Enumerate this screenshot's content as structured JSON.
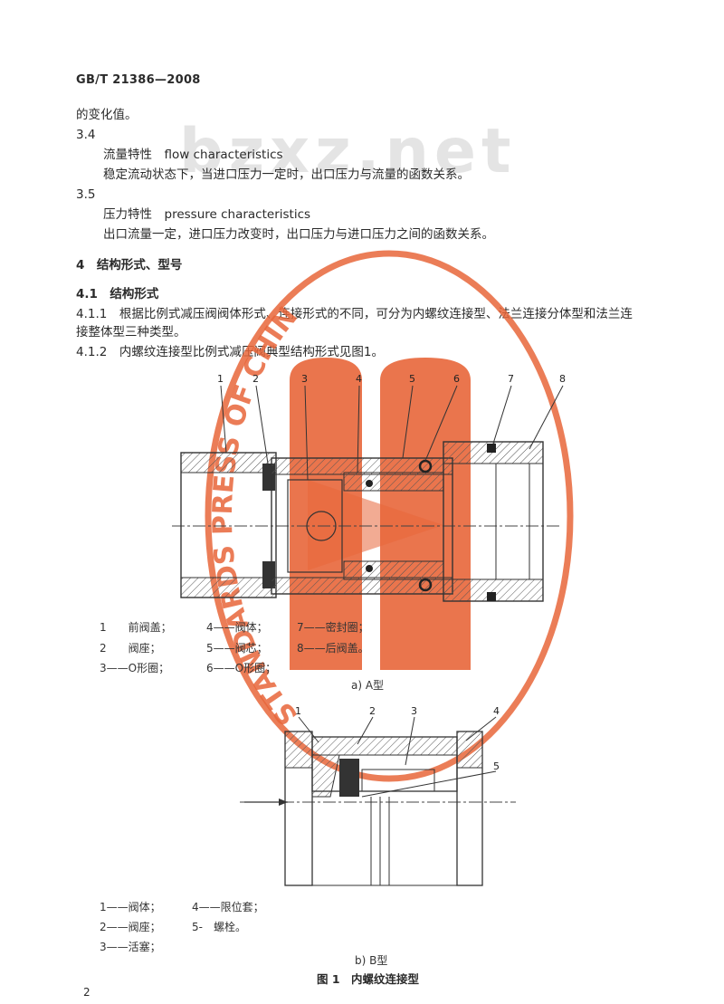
{
  "header": {
    "standard_no": "GB/T 21386—2008"
  },
  "watermark": {
    "site": "bzxz.net",
    "stamp": "STANDARDS PRESS OF CHINA"
  },
  "body": {
    "line_cont": "的变化值。",
    "s34_num": "3.4",
    "s34_term": "流量特性　flow characteristics",
    "s34_def": "稳定流动状态下，当进口压力一定时，出口压力与流量的函数关系。",
    "s35_num": "3.5",
    "s35_term": "压力特性　pressure characteristics",
    "s35_def": "出口流量一定，进口压力改变时，出口压力与进口压力之间的函数关系。",
    "s4": "4　结构形式、型号",
    "s41": "4.1　结构形式",
    "s411_a": "4.1.1　根据比例式减压阀阀体形式、连接形式的不同，可分为内螺纹连接型、法兰连接分体型和法兰连",
    "s411_b": "接整体型三种类型。",
    "s412": "4.1.2　内螺纹连接型比例式减压阀典型结构形式见图1。"
  },
  "figA": {
    "callouts": [
      "1",
      "2",
      "3",
      "4",
      "5",
      "6",
      "7",
      "8"
    ],
    "legend": [
      "1　　前阀盖；",
      "2　　阀座；",
      "3——O形圈；",
      "4——阀体；",
      "5——阀芯；",
      "6——O形圈；",
      "7——密封圈；",
      "8——后阀盖。"
    ],
    "caption": "a) A型"
  },
  "figB": {
    "callouts": [
      "1",
      "2",
      "3",
      "4",
      "5"
    ],
    "legend": [
      "1——阀体；",
      "2——阀座；",
      "3——活塞；",
      "4——限位套；",
      "5-　螺栓。"
    ],
    "caption": "b) B型"
  },
  "figure_title": "图 1　内螺纹连接型",
  "page_number": "2"
}
